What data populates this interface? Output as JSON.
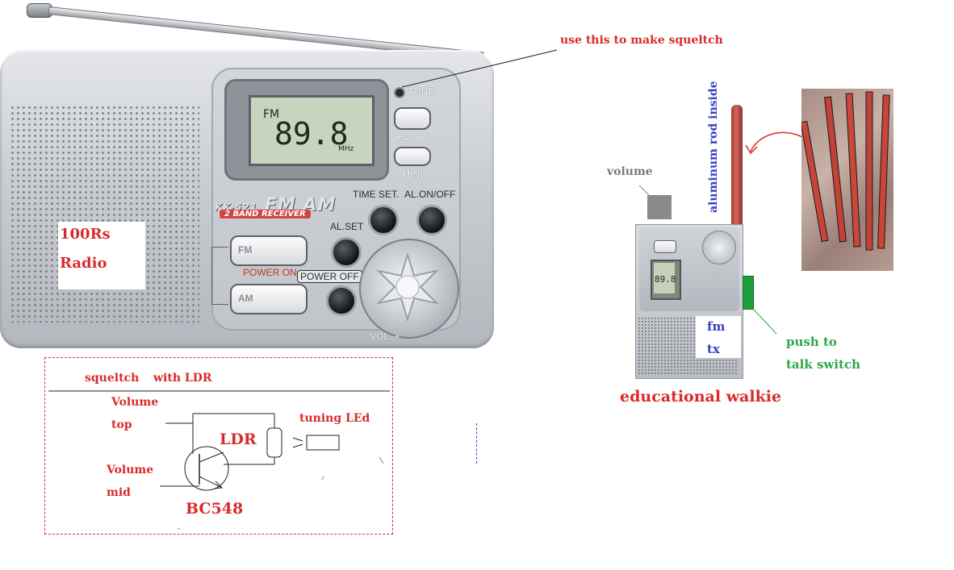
{
  "radio": {
    "box_label_line1": "100Rs",
    "box_label_line2": "Radio",
    "lcd_band": "FM",
    "lcd_frequency": "89.8",
    "lcd_unit": "MHz",
    "tune_label": "TUNE",
    "hour_label": "HOUR",
    "min_label": "MIN",
    "model": "KK-521",
    "brand_bands": "FM AM",
    "receiver_label": "2 BAND RECEIVER",
    "time_set_label": "TIME SET.",
    "al_onoff_label": "AL.ON/OFF",
    "al_set_label": "AL.SET",
    "fm_button": "FM",
    "am_button": "AM",
    "power_on_label": "POWER ON",
    "power_off_label": "POWER OFF",
    "vol_label": "VOL. +"
  },
  "annotations": {
    "squelch_note": "use this to make squeltch",
    "educational_walkie": "educational walkie",
    "volume": "volume",
    "aluminum_rod": "aluminum rod inside",
    "push_to": "push to",
    "talk_switch": "talk switch",
    "fm": "fm",
    "tx": "tx"
  },
  "walkie": {
    "lcd_frequency": "89.8"
  },
  "schematic": {
    "squelch": "squeltch",
    "with_ldr": "with LDR",
    "volume_top_1": "Volume",
    "volume_top_2": "top",
    "volume_mid_1": "Volume",
    "volume_mid_2": "mid",
    "ldr": "LDR",
    "tuning_led": "tuning LEd",
    "transistor": "BC548"
  },
  "colors": {
    "annotation_red": "#d92b2b",
    "annotation_blue": "#3a3fc0",
    "annotation_green": "#2aa84a",
    "radio_silver": "#c9ccd1"
  }
}
